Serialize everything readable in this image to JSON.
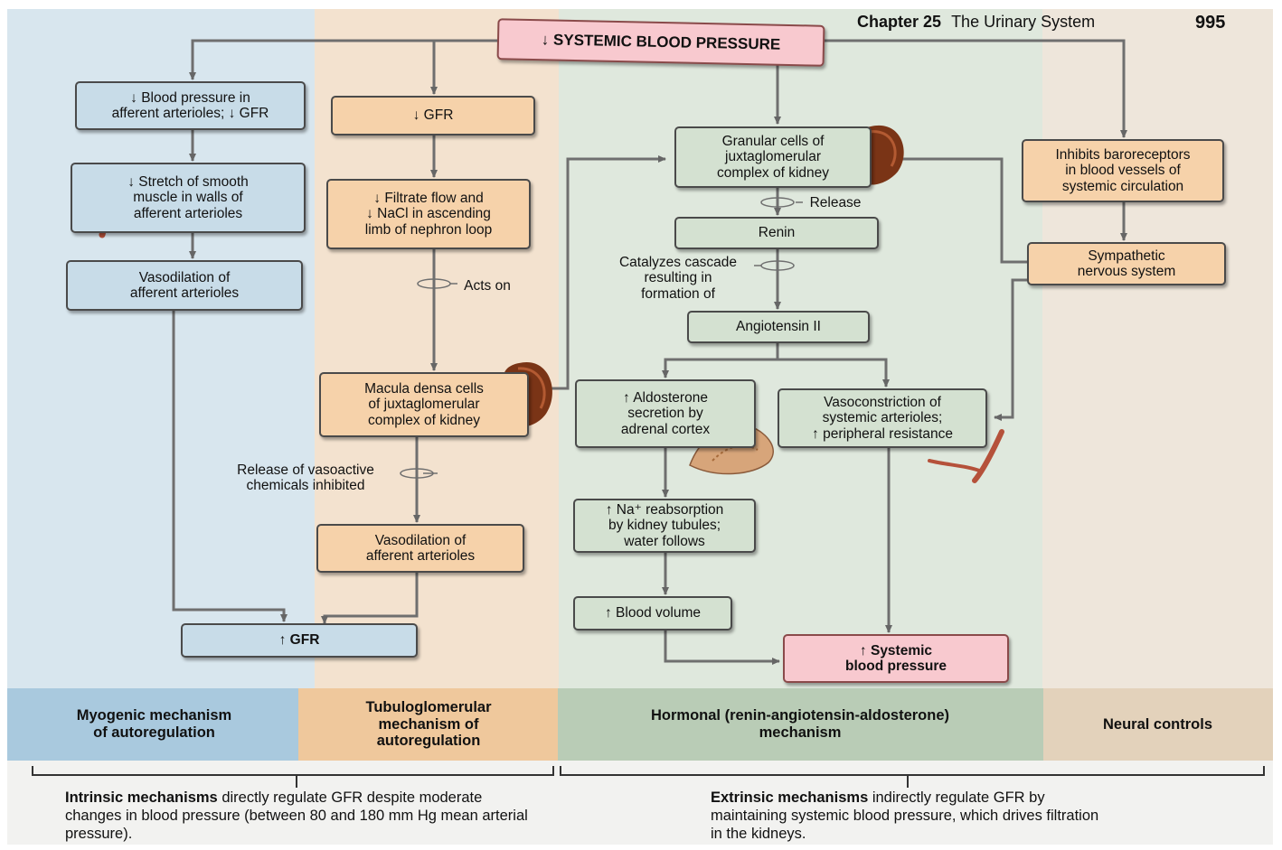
{
  "header": {
    "chapter": "Chapter 25",
    "chapter_title": "The Urinary System",
    "page_number": "995"
  },
  "top_box": "↓ SYSTEMIC BLOOD PRESSURE",
  "myogenic": {
    "box1": "↓ Blood pressure in\nafferent arterioles; ↓ GFR",
    "box2": "↓ Stretch of smooth\nmuscle in walls of\nafferent arterioles",
    "box3": "Vasodilation of\nafferent arterioles"
  },
  "tubulo": {
    "box1": "↓ GFR",
    "box2": "↓ Filtrate flow and\n↓ NaCl in ascending\nlimb of nephron loop",
    "acts_on": "Acts on",
    "box3": "Macula densa cells\nof juxtaglomerular\ncomplex of kidney",
    "release_label": "Release of vasoactive\nchemicals inhibited",
    "box4": "Vasodilation of\nafferent arterioles"
  },
  "gfr_result": "↑ GFR",
  "hormonal": {
    "granular": "Granular cells of\njuxtaglomerular\ncomplex of kidney",
    "release": "Release",
    "renin": "Renin",
    "catalyzes": "Catalyzes cascade\nresulting in\nformation of",
    "angiotensin": "Angiotensin II",
    "aldosterone": "↑ Aldosterone\nsecretion by\nadrenal cortex",
    "vasoconstriction": "Vasoconstriction of\nsystemic arterioles;\n↑ peripheral resistance",
    "na_reabsorption": "↑ Na⁺ reabsorption\nby kidney tubules;\nwater follows",
    "blood_volume": "↑ Blood volume",
    "systemic_bp": "↑ Systemic\nblood pressure"
  },
  "neural": {
    "baroreceptors": "Inhibits baroreceptors\nin blood vessels of\nsystemic circulation",
    "sympathetic": "Sympathetic\nnervous system"
  },
  "mechanisms": {
    "myogenic": "Myogenic mechanism\nof autoregulation",
    "tubuloglomerular": "Tubuloglomerular\nmechanism of\nautoregulation",
    "hormonal": "Hormonal (renin-angiotensin-aldosterone)\nmechanism",
    "neural": "Neural controls"
  },
  "footer": {
    "intrinsic_bold": "Intrinsic mechanisms",
    "intrinsic_rest": " directly regulate GFR despite moderate changes in blood pressure (between 80 and 180 mm Hg mean arterial pressure).",
    "extrinsic_bold": "Extrinsic mechanisms",
    "extrinsic_rest": " indirectly regulate GFR by maintaining systemic blood pressure, which drives filtration in the kidneys."
  },
  "colors": {
    "blue": "#c8dce8",
    "orange": "#f6d2aa",
    "green": "#d4e1d1",
    "pink": "#f8c9cf",
    "neural": "#eadcc8"
  }
}
